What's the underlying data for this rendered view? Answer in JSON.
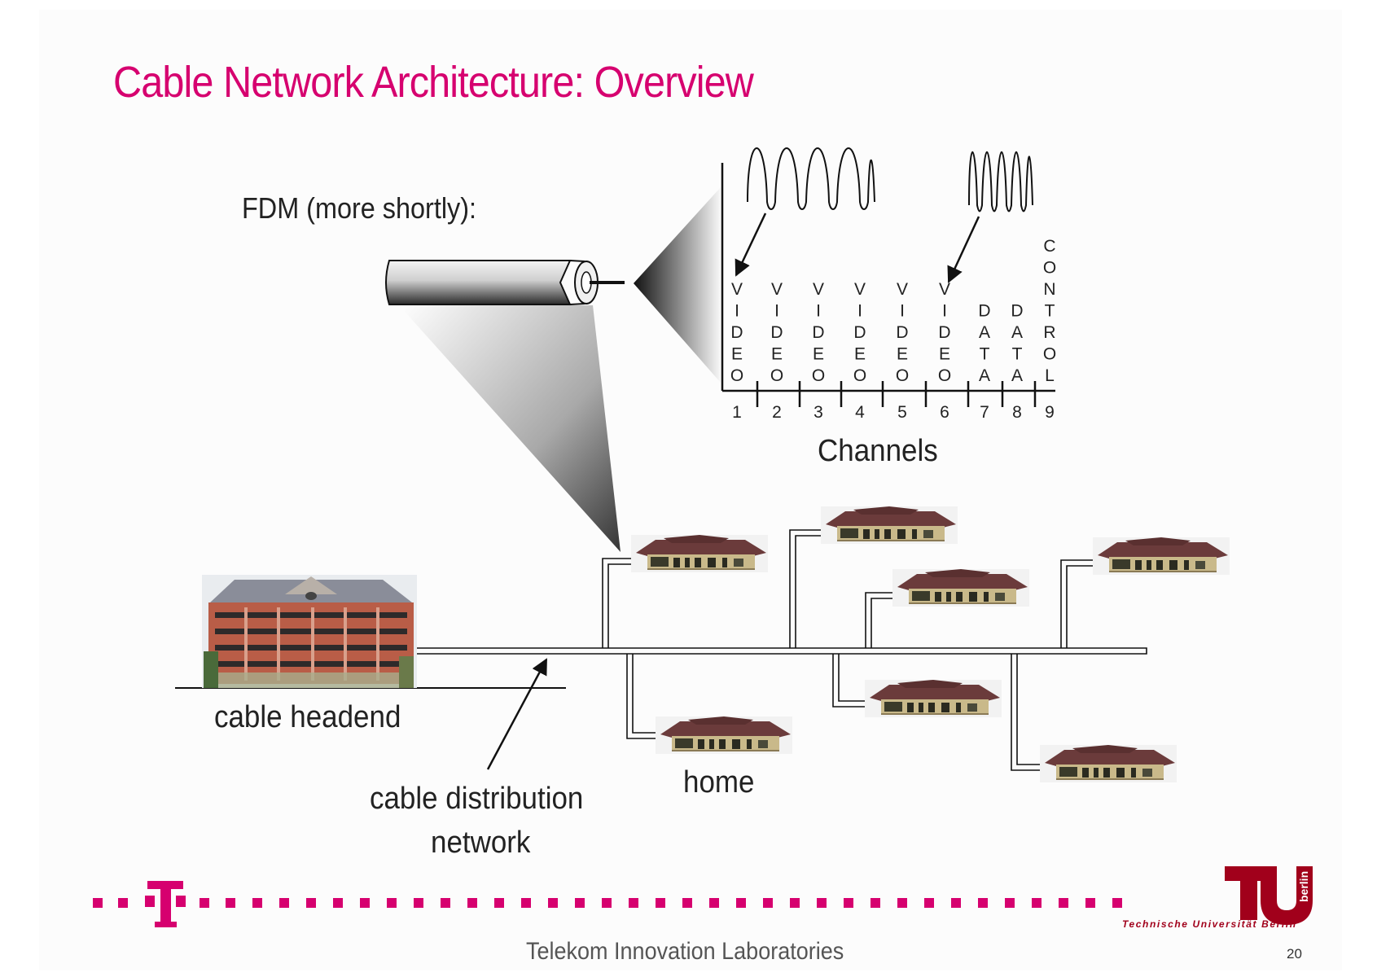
{
  "slide": {
    "title": "Cable Network Architecture: Overview",
    "fdm_label": "FDM (more shortly):",
    "channels_label": "Channels",
    "headend_label": "cable headend",
    "distribution_label_line1": "cable distribution",
    "distribution_label_line2": "network",
    "home_label": "home",
    "footer": "Telekom Innovation Laboratories",
    "page_number": "20"
  },
  "channels": [
    {
      "number": "1",
      "letters": [
        "V",
        "I",
        "D",
        "E",
        "O"
      ]
    },
    {
      "number": "2",
      "letters": [
        "V",
        "I",
        "D",
        "E",
        "O"
      ]
    },
    {
      "number": "3",
      "letters": [
        "V",
        "I",
        "D",
        "E",
        "O"
      ]
    },
    {
      "number": "4",
      "letters": [
        "V",
        "I",
        "D",
        "E",
        "O"
      ]
    },
    {
      "number": "5",
      "letters": [
        "V",
        "I",
        "D",
        "E",
        "O"
      ]
    },
    {
      "number": "6",
      "letters": [
        "V",
        "I",
        "D",
        "E",
        "O"
      ]
    },
    {
      "number": "7",
      "letters": [
        "D",
        "A",
        "T",
        "A"
      ]
    },
    {
      "number": "8",
      "letters": [
        "D",
        "A",
        "T",
        "A"
      ]
    },
    {
      "number": "9",
      "letters": [
        "C",
        "O",
        "N",
        "T",
        "R",
        "O",
        "L"
      ]
    }
  ],
  "branding": {
    "telekom_logo": "T",
    "tu_mark": "TU",
    "tu_berlin_word": "berlin",
    "tu_name": "Technische Universität Berlin"
  },
  "colors": {
    "accent_magenta": "#d6006f",
    "tu_red": "#a1001b",
    "roof": "#6b3b3b",
    "wall": "#c9b98a"
  }
}
